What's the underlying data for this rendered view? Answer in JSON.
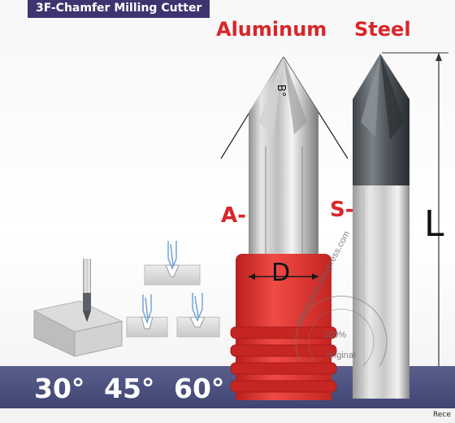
{
  "badge": {
    "title": "3F-Chamfer Milling Cutter"
  },
  "labels": {
    "aluminum": "Aluminum",
    "steel": "Steel",
    "a_mark": "A-",
    "s_mark": "S-",
    "angle_b": "B°",
    "diameter": "D",
    "length": "L"
  },
  "angles": [
    "30°",
    "45°",
    "60°"
  ],
  "watermark": {
    "line1": "jianchetool.aliexpress.com",
    "line2": "100%",
    "line3": "original"
  },
  "footer": {
    "recent": "Rece"
  },
  "colors": {
    "accent_red": "#d8262a",
    "badge_bg": "#3d3470",
    "band": "#4a4f80",
    "holder_red": "#e53532"
  }
}
